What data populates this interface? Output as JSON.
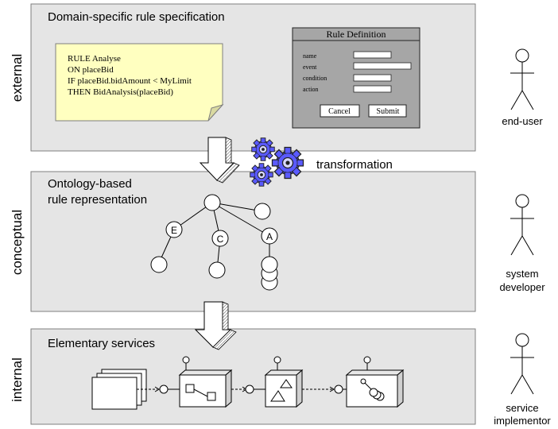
{
  "layers": {
    "external": {
      "side_label": "external",
      "title": "Domain-specific rule specification",
      "role": [
        "end-user"
      ]
    },
    "conceptual": {
      "side_label": "conceptual",
      "title_lines": [
        "Ontology-based",
        "rule representation"
      ],
      "role": [
        "system",
        "developer"
      ]
    },
    "internal": {
      "side_label": "internal",
      "title": "Elementary services",
      "role": [
        "service",
        "implementor"
      ]
    }
  },
  "rule_note": {
    "lines": [
      "RULE Analyse",
      "ON placeBid",
      "IF placeBid.bidAmount < MyLimit",
      "THEN BidAnalysis(placeBid)"
    ]
  },
  "rule_dialog": {
    "title": "Rule Definition",
    "fields": [
      "name",
      "event",
      "condition",
      "action"
    ],
    "cancel_label": "Cancel",
    "submit_label": "Submit"
  },
  "transformation_label": "transformation",
  "tree_node_labels": {
    "event": "E",
    "condition": "C",
    "action": "A"
  },
  "colors": {
    "layer_fill": "#e5e5e5",
    "note_fill": "#ffffc0",
    "dialog_fill": "#a6a6a6",
    "gear_fill": "#5a5aff"
  },
  "icons": [
    "gear-icon",
    "stick-figure-icon",
    "down-arrow-icon"
  ]
}
